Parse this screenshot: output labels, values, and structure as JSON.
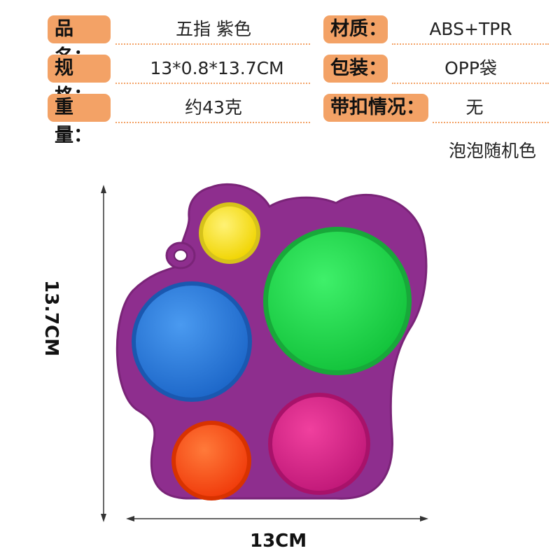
{
  "specs": [
    {
      "label": "品名：",
      "value": "五指 紫色"
    },
    {
      "label": "材质：",
      "value": "ABS+TPR"
    },
    {
      "label": "规格：",
      "value": "13*0.8*13.7CM"
    },
    {
      "label": "包装：",
      "value": "OPP袋"
    },
    {
      "label": "重量：",
      "value": "约43克"
    },
    {
      "label": "带扣情况：",
      "value": "无"
    }
  ],
  "note": "泡泡随机色",
  "dimensions": {
    "height": "13.7CM",
    "width": "13CM"
  },
  "colors": {
    "label_bg": "#f3a266",
    "body": "#8e2e8e",
    "bubble_yellow": "#f4e21e",
    "bubble_green": "#22d94a",
    "bubble_blue": "#2b7fe0",
    "bubble_pink": "#e0228a",
    "bubble_orange": "#ff5a1a"
  }
}
